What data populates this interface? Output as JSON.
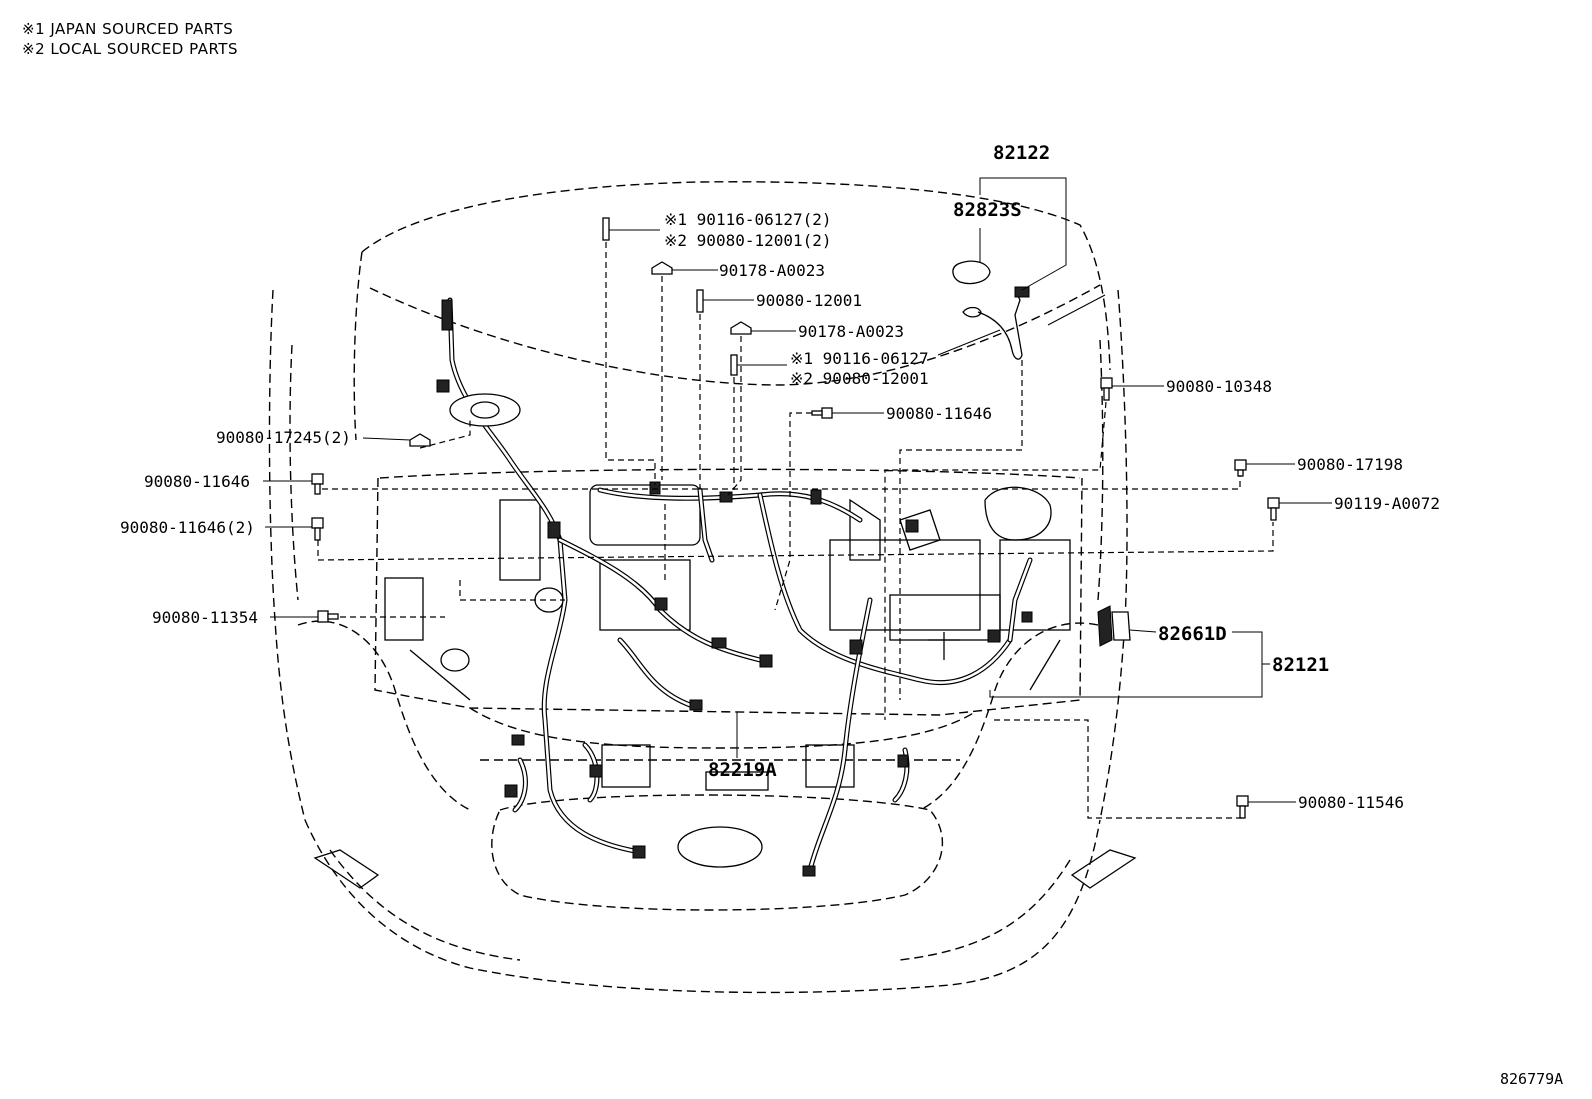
{
  "notes": {
    "line1": "※1 JAPAN SOURCED PARTS",
    "line2": "※2 LOCAL SOURCED PARTS"
  },
  "labels": {
    "p82122": "82122",
    "p82823s": "82823S",
    "p90116_2": "※1 90116-06127(2)",
    "p90080_12001_2": "※2 90080-12001(2)",
    "p90178_a": "90178-A0023",
    "p90080_12001": "90080-12001",
    "p90178_b": "90178-A0023",
    "p90116": "※1 90116-06127",
    "p90080_12001_b": "※2 90080-12001",
    "p90080_10348": "90080-10348",
    "p90080_11646_top": "90080-11646",
    "p90080_17245": "90080-17245(2)",
    "p90080_11646_left": "90080-11646",
    "p90080_17198": "90080-17198",
    "p90119": "90119-A0072",
    "p90080_11646_2": "90080-11646(2)",
    "p90080_11354": "90080-11354",
    "p82661d": "82661D",
    "p82121": "82121",
    "p82219a": "82219A",
    "p90080_11546": "90080-11546",
    "figure_number": "826779A"
  }
}
